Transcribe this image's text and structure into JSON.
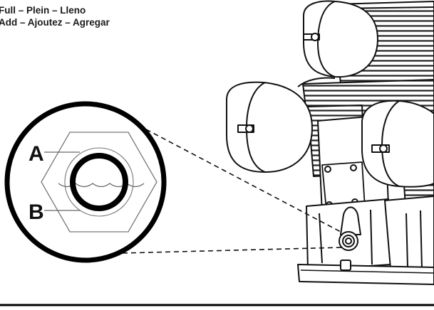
{
  "legend": {
    "full": "Full – Plein – Lleno",
    "add": "Add – Ajoutez – Agregar"
  },
  "callouts": {
    "a": "A",
    "b": "B"
  }
}
